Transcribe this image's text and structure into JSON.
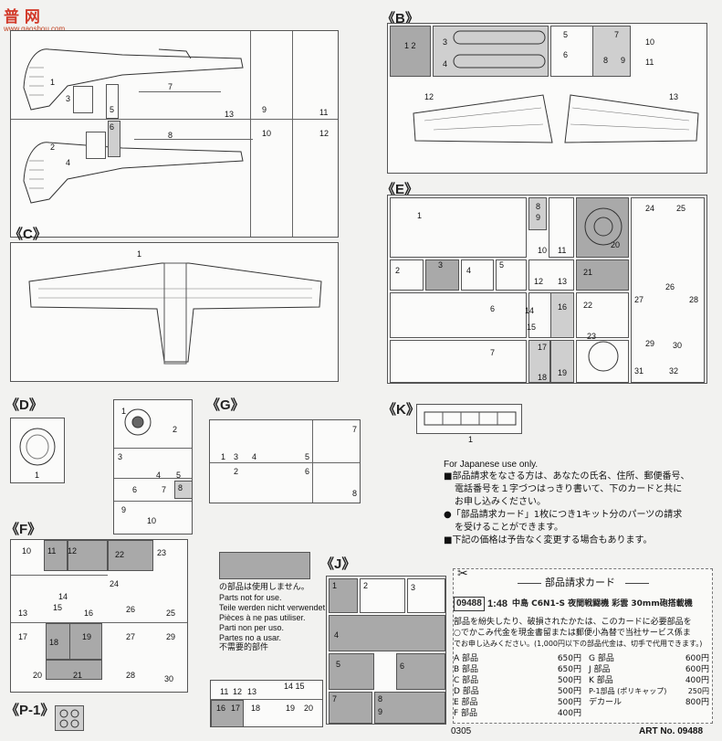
{
  "watermark": {
    "line1": "普 网",
    "line2": "www.gaoshou.com"
  },
  "sections": {
    "B": "《B》",
    "C": "《C》",
    "D": "《D》",
    "E": "《E》",
    "F": "《F》",
    "G": "《G》",
    "K": "《K》",
    "J": "《J》",
    "P1": "《P-1》"
  },
  "notice": {
    "lines": [
      "の部品は使用しません。",
      "Parts not for use.",
      "Teile werden nicht verwendet.",
      "Pièces à ne pas utiliser.",
      "Parti non per uso.",
      "Partes no a usar.",
      "不需要的部件"
    ]
  },
  "japan_info": {
    "heading": "For Japanese use only.",
    "p1a": "■部品請求をなさる方は、あなたの氏名、住所、郵便番号、",
    "p1b": "電話番号を１字づつはっきり書いて、下のカードと共に",
    "p1c": "お申し込みください。",
    "p2a": "●「部品請求カード」1枚につき1キット分のパーツの請求",
    "p2b": "を受けることができます。",
    "p3": "■下記の価格は予告なく変更する場合もあります。"
  },
  "card": {
    "title": "部品請求カード",
    "code": "09488",
    "scale": "1:48",
    "product": "中島 C6N1-S 夜間戦闘機 彩雲 30mm砲搭載機",
    "desc1": "部品を紛失したり、破損されたかたは、このカードに必要部品を",
    "desc2": "○でかこみ代金を現金書留または郵便小為替で当社サービス係ま",
    "desc3": "でお申し込みください。(1,000円以下の部品代金は、切手で代用できます。)",
    "left": [
      {
        "part": "A 部品",
        "price": "650円"
      },
      {
        "part": "B 部品",
        "price": "650円"
      },
      {
        "part": "C 部品",
        "price": "500円"
      },
      {
        "part": "D 部品",
        "price": "500円"
      },
      {
        "part": "E 部品",
        "price": "500円"
      },
      {
        "part": "F 部品",
        "price": "400円"
      }
    ],
    "right": [
      {
        "part": "G 部品",
        "price": "600円"
      },
      {
        "part": "J 部品",
        "price": "600円"
      },
      {
        "part": "K 部品",
        "price": "400円"
      },
      {
        "part": "P-1部品 (ポリキャップ)",
        "price": "250円"
      },
      {
        "part": "デカール",
        "price": "800円"
      }
    ]
  },
  "footer": {
    "left": "0305",
    "right": "ART No. 09488"
  }
}
